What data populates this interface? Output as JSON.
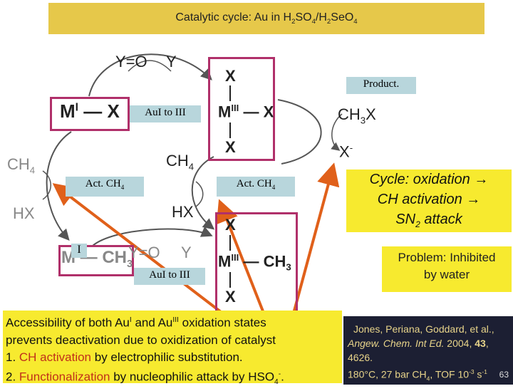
{
  "title": {
    "prefix": "Catalytic cycle: Au in H",
    "s1": "2",
    "m1": "SO",
    "s2": "4",
    "m2": "/H",
    "s3": "2",
    "m3": "SeO",
    "s4": "4"
  },
  "upper": {
    "yo": "Y=O",
    "y": "Y",
    "m1_m": "M",
    "m1_sup": "I",
    "m1_x": "X",
    "m3_x_top": "X",
    "m3_m": "M",
    "m3_sup": "III",
    "m3_x_right": "X",
    "m3_x_bottom": "X",
    "ch3x": "CH",
    "ch3x_sub": "3",
    "ch3x_x": "X",
    "xminus": "X",
    "xminus_sup": "-"
  },
  "left": {
    "ch4": "CH",
    "ch4_sub": "4",
    "hx": "HX"
  },
  "middle": {
    "ch4": "CH",
    "ch4_sub": "4",
    "hx": "HX"
  },
  "lower": {
    "m1_m": "M",
    "m1_label": "I",
    "m1_ch": "CH",
    "m1_sub": "3",
    "yo": "Y=O",
    "y": "Y",
    "m3_x_top": "X",
    "m3_m": "M",
    "m3_sup": "III",
    "m3_ch": "CH",
    "m3_sub": "3",
    "m3_x_bottom": "X"
  },
  "labels": {
    "product": "Product.",
    "au_upper": "AuI to III",
    "act_left": "Act. CH",
    "act_left_sub": "4",
    "act_right": "Act. CH",
    "act_right_sub": "4",
    "au_lower": "AuI to III"
  },
  "cycle_box": {
    "line1": "Cycle: oxidation →",
    "line2": "CH activation →",
    "line3": "SN",
    "line3_sub": "2",
    "line3_end": " attack"
  },
  "problem_box": {
    "line1": "Problem: Inhibited",
    "line2": "by water"
  },
  "accessibility": {
    "l1a": "Accessibility of both Au",
    "l1s1": "I",
    "l1b": " and Au",
    "l1s2": "III",
    "l1c": " oxidation states",
    "l2": "prevents deactivation due to oxidization of catalyst",
    "l3n": "1. ",
    "l3r": "CH activation",
    "l3b": " by electrophilic substitution.",
    "l4n": "2. ",
    "l4r": "Functionalization",
    "l4b": " by nucleophilic attack by HSO",
    "l4s": "4",
    "l4sup": "-",
    "l4end": "."
  },
  "reference": {
    "l1": "Jones, Periana, Goddard, et al.,",
    "l2a": "Angew. Chem. Int Ed.",
    "l2b": " 2004, ",
    "l2c": "43",
    "l2d": ",",
    "l3": "4626.",
    "l4a": "180°C, 27 bar CH",
    "l4s": "4",
    "l4b": ", TOF 10",
    "l4sup": "-3",
    "l4c": " s",
    "l4sup2": "-1",
    "page": "63"
  },
  "colors": {
    "title_bg": "#e6c84a",
    "yellow": "#f7ea2f",
    "teal": "#b8d6dc",
    "pink": "#b0306a",
    "orange": "#e0601a",
    "dark_bg": "#1c1f33",
    "reference_text": "#e8d48a"
  }
}
